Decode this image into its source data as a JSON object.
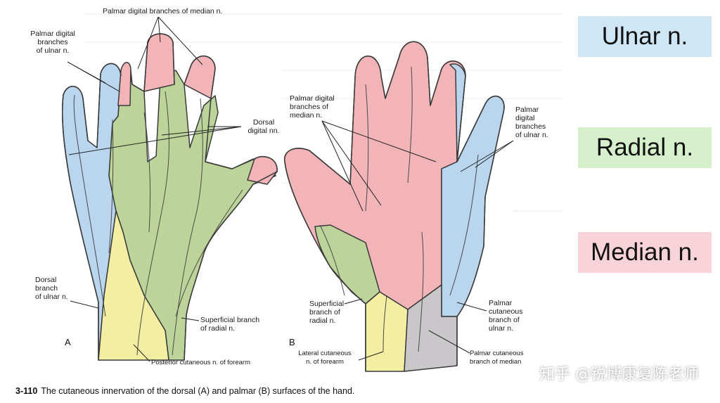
{
  "legend": [
    {
      "label": "Ulnar n.",
      "color": "#cfe6f7"
    },
    {
      "label": "Radial n.",
      "color": "#d6f0cb"
    },
    {
      "label": "Median n.",
      "color": "#f8d3d9"
    }
  ],
  "labels": {
    "palmar_digital_median_top": "Palmar digital branches of median n.",
    "palmar_digital_ulnar_A": "Palmar digital\nbranches\nof ulnar n.",
    "dorsal_digital": "Dorsal\ndigital nn.",
    "dorsal_branch_ulnar": "Dorsal\nbranch\nof ulnar n.",
    "superficial_branch_radial_A": "Superficial branch\nof radial n.",
    "posterior_cutaneous": "Posterior cutaneous n. of forearm",
    "palmar_digital_median_B": "Palmar digital\nbranches of\nmedian n.",
    "palmar_digital_ulnar_B": "Palmar\ndigital\nbranches\nof ulnar n.",
    "superficial_branch_radial_B": "Superficial\nbranch of\nradial n.",
    "palmar_cutaneous_ulnar": "Palmar\ncutaneous\nbranch of\nulnar n.",
    "lateral_cutaneous": "Lateral cutaneous\nn. of forearm",
    "palmar_cutaneous_median": "Palmar cutaneous\nbranch of median"
  },
  "panels": {
    "a": "A",
    "b": "B"
  },
  "caption": {
    "number": "3-110",
    "text": "The cutaneous innervation of the dorsal (A) and palmar (B) surfaces of the hand."
  },
  "watermark": "知乎 @锐博康复陈老师",
  "colors": {
    "ulnar_zone": "#b9d6ee",
    "radial_zone": "#bcd49a",
    "median_zone": "#f2b4b6",
    "forearm_zone": "#f3eea2",
    "median_cutaneous_zone": "#c9c7c9",
    "outline": "#3a3a3a"
  }
}
